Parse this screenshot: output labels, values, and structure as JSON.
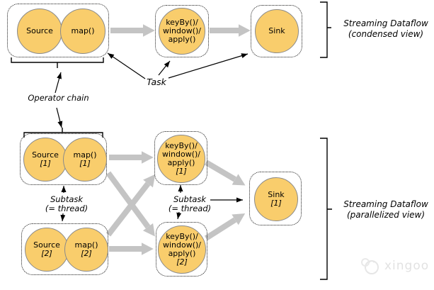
{
  "condensed": {
    "chain": {
      "source": "Source",
      "map": "map()"
    },
    "keyby": {
      "l1": "keyBy()/",
      "l2": "window()/",
      "l3": "apply()"
    },
    "sink": {
      "label": "Sink"
    },
    "view": {
      "l1": "Streaming Dataflow",
      "l2": "(condensed view)"
    }
  },
  "parallel": {
    "chain1": {
      "source": "Source",
      "source_idx": "[1]",
      "map": "map()",
      "map_idx": "[1]"
    },
    "chain2": {
      "source": "Source",
      "source_idx": "[2]",
      "map": "map()",
      "map_idx": "[2]"
    },
    "keyby1": {
      "l1": "keyBy()/",
      "l2": "window()/",
      "l3": "apply()",
      "idx": "[1]"
    },
    "keyby2": {
      "l1": "keyBy()/",
      "l2": "window()/",
      "l3": "apply()",
      "idx": "[2]"
    },
    "sink1": {
      "label": "Sink",
      "idx": "[1]"
    },
    "view": {
      "l1": "Streaming Dataflow",
      "l2": "(parallelized view)"
    }
  },
  "annotations": {
    "operator_chain": "Operator chain",
    "task": "Task",
    "subtask_left": {
      "l1": "Subtask",
      "l2": "(= thread)"
    },
    "subtask_right": {
      "l1": "Subtask",
      "l2": "(= thread)"
    }
  },
  "watermark": "xingoo",
  "colors": {
    "node_fill": "#F9CD6C",
    "node_border": "#8A8A8A",
    "box_border": "#1A1A1A",
    "gray_arrow": "#C4C4C4",
    "text": "#000000",
    "watermark_gray": "#E2E2E2"
  }
}
